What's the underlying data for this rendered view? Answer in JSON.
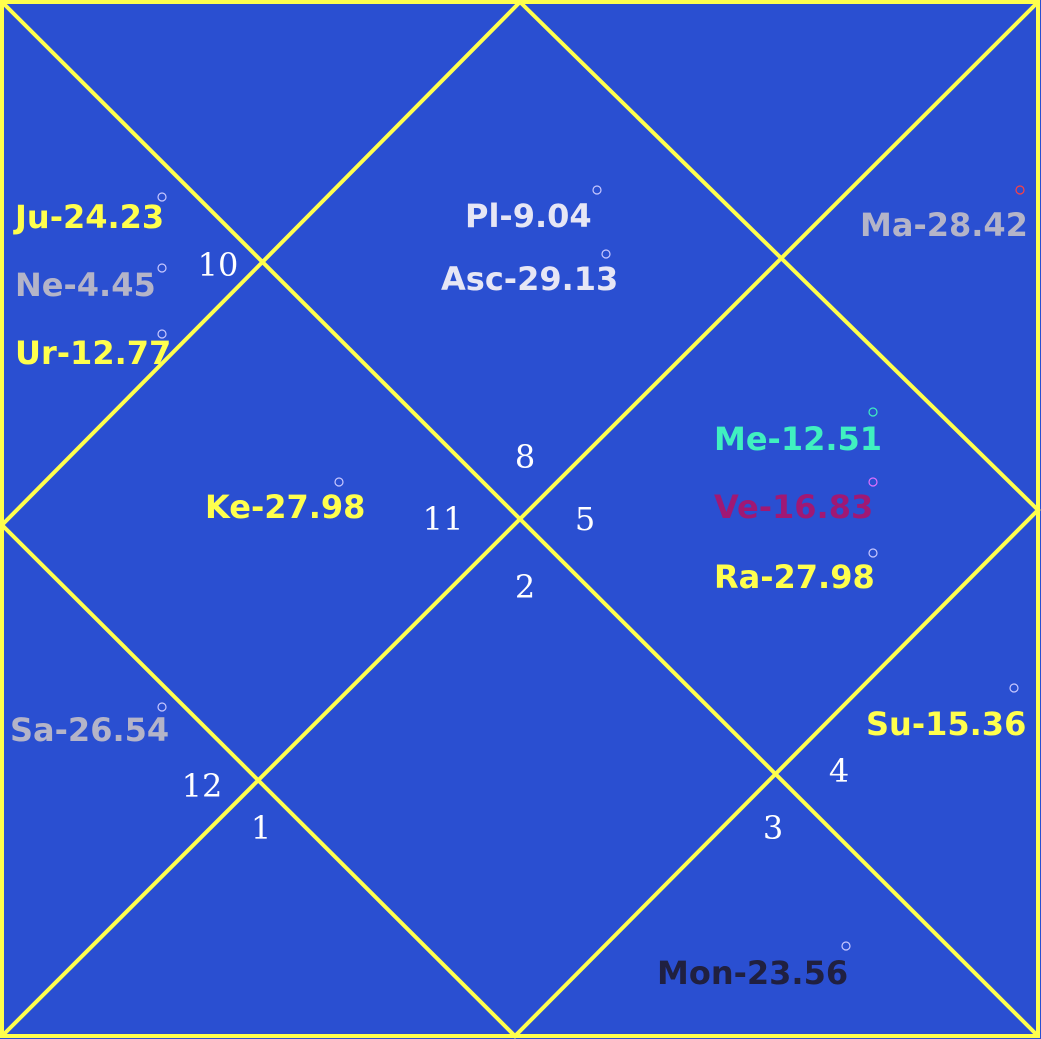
{
  "colors": {
    "background": "#2a4fd1",
    "lines": "#ffff4d"
  },
  "houses": [
    {
      "number": "1"
    },
    {
      "number": "2"
    },
    {
      "number": "3"
    },
    {
      "number": "4"
    },
    {
      "number": "5"
    },
    {
      "number": "8"
    },
    {
      "number": "10"
    },
    {
      "number": "11"
    },
    {
      "number": "12"
    }
  ],
  "planets": [
    {
      "label": "Ju-24.23",
      "color": "#ffff4d",
      "marker_color": "#c8c8ff"
    },
    {
      "label": "Ne-4.45",
      "color": "#b4b4c8",
      "marker_color": "#c8c8ff"
    },
    {
      "label": "Ur-12.77",
      "color": "#ffff4d",
      "marker_color": "#c8c8ff"
    },
    {
      "label": "Pl-9.04",
      "color": "#e6e6f5",
      "marker_color": "#c8c8ff"
    },
    {
      "label": "Asc-29.13",
      "color": "#e6e6f5",
      "marker_color": "#c8c8ff"
    },
    {
      "label": "Ma-28.42",
      "color": "#b4b4c8",
      "marker_color": "#ff4040"
    },
    {
      "label": "Ke-27.98",
      "color": "#ffff4d",
      "marker_color": "#c8c8ff"
    },
    {
      "label": "Me-12.51",
      "color": "#40f0c0",
      "marker_color": "#40f0c0"
    },
    {
      "label": "Ve-16.83",
      "color": "#a01874",
      "marker_color": "#e070ff"
    },
    {
      "label": "Ra-27.98",
      "color": "#ffff4d",
      "marker_color": "#c8c8ff"
    },
    {
      "label": "Sa-26.54",
      "color": "#b4b4c8",
      "marker_color": "#c8c8ff"
    },
    {
      "label": "Su-15.36",
      "color": "#ffff4d",
      "marker_color": "#c8c8ff"
    },
    {
      "label": "Mon-23.56",
      "color": "#202040",
      "marker_color": "#c8c8ff"
    }
  ]
}
